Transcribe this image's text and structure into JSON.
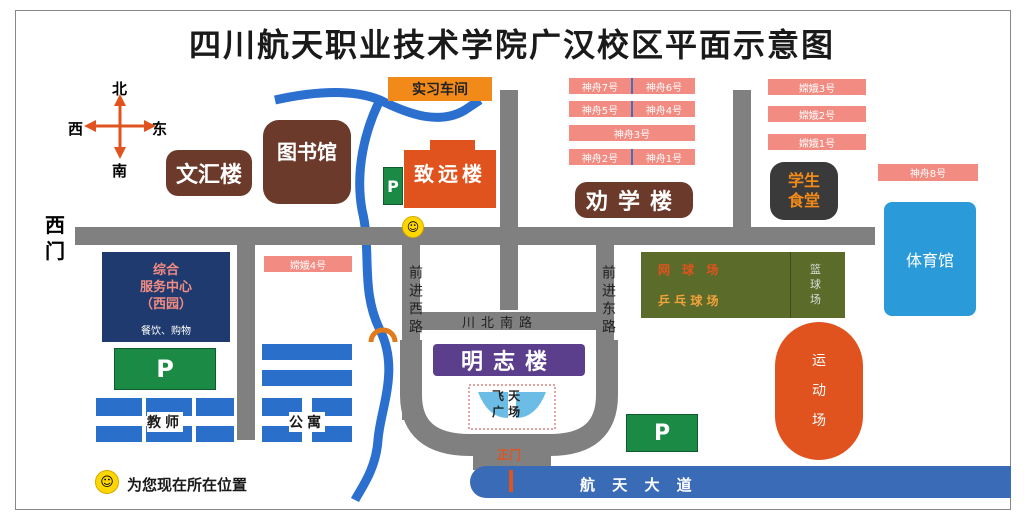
{
  "map": {
    "title": "四川航天职业技术学院广汉校区平面示意图",
    "compass": {
      "north": "北",
      "south": "南",
      "east": "东",
      "west": "西"
    },
    "gates": {
      "west_gate": "西\n门",
      "main_gate": "正门"
    },
    "buildings": {
      "wenhui": "文汇楼",
      "library": "图书馆",
      "training_workshop": "实习车间",
      "zhiyuan": "致远楼",
      "quanxue": "劝学楼",
      "mingzhi": "明志楼",
      "student_canteen": "学生\n食堂",
      "gym": "体育馆",
      "service_center_title": "综合\n服务中心\n（西园）",
      "service_center_sub": "餐饮、购物",
      "teacher_apartment_left": "教师",
      "teacher_apartment_right": "公寓"
    },
    "dorms": {
      "sz7": "神舟7号",
      "sz6": "神舟6号",
      "sz5": "神舟5号",
      "sz4": "神舟4号",
      "sz3": "神舟3号",
      "sz2": "神舟2号",
      "sz1": "神舟1号",
      "sz8": "神舟8号",
      "ce3": "嫦娥3号",
      "ce2": "嫦娥2号",
      "ce1": "嫦娥1号",
      "ce4": "嫦娥4号"
    },
    "roads": {
      "qianjin_west": "前进西路",
      "qianjin_east": "前进东路",
      "chuanbei_south": "川北南路",
      "hangtian_avenue": "航 天 大 道"
    },
    "sports": {
      "basketball": "篮\n球\n场",
      "pingpong": "乒  乓  球  场",
      "pingpong_upper": "网  球  场",
      "stadium": "运\n动\n场"
    },
    "plaza": "飞  天\n广  场",
    "parking": "P",
    "legend": {
      "you_are_here": "为您现在所在位置"
    },
    "colors": {
      "road": "#808080",
      "river": "#2b6fcf",
      "brown": "#6b3a2a",
      "orange": "#e0531e",
      "purple": "#5b3f8c",
      "green": "#1b8a45",
      "pink": "#f28b82",
      "gym_blue": "#2a9ad8",
      "navy": "#1f3a6e",
      "olive": "#5a6b2a"
    }
  }
}
